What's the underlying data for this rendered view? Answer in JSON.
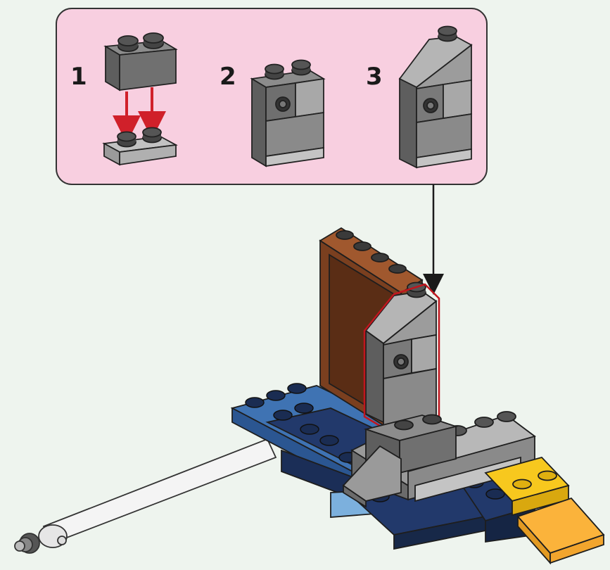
{
  "colors": {
    "background": "#eef4ee",
    "callout_fill": "#f8cfe0",
    "callout_stroke": "#333333",
    "dark_gray": "#6b6b6b",
    "mid_gray": "#9a9a9a",
    "light_gray": "#c4c4c4",
    "arrow_red": "#d0202a",
    "highlight_red": "#c0161e",
    "brown": "#7a3f1f",
    "dark_blue": "#22396b",
    "medium_blue": "#3f73b3",
    "light_blue": "#7cb0dd",
    "yellow": "#f7c81e",
    "light_orange": "#fbb33b"
  },
  "steps": [
    {
      "number": "1"
    },
    {
      "number": "2"
    },
    {
      "number": "3"
    }
  ]
}
